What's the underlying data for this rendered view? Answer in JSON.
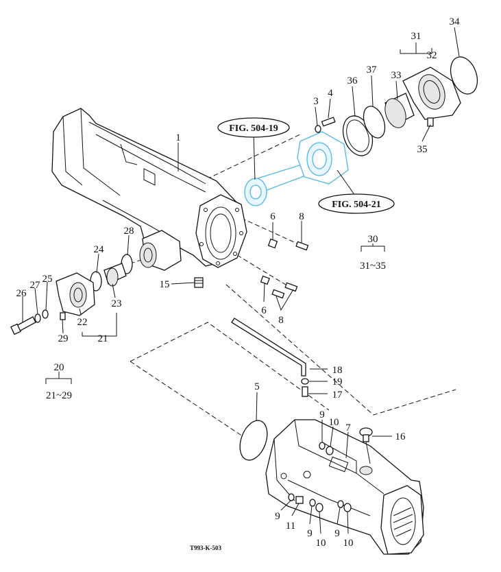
{
  "drawing_code": "T993-K-503",
  "figure_refs": [
    {
      "id": "fig-504-19",
      "label": "FIG. 504-19"
    },
    {
      "id": "fig-504-21",
      "label": "FIG. 504-21"
    }
  ],
  "callouts": [
    {
      "id": "c1",
      "label": "1"
    },
    {
      "id": "c3",
      "label": "3"
    },
    {
      "id": "c4",
      "label": "4"
    },
    {
      "id": "c36",
      "label": "36"
    },
    {
      "id": "c37",
      "label": "37"
    },
    {
      "id": "c33",
      "label": "33"
    },
    {
      "id": "c31",
      "label": "31"
    },
    {
      "id": "c32",
      "label": "32"
    },
    {
      "id": "c34",
      "label": "34"
    },
    {
      "id": "c35",
      "label": "35"
    },
    {
      "id": "c6a",
      "label": "6"
    },
    {
      "id": "c8a",
      "label": "8"
    },
    {
      "id": "c30",
      "label": "30"
    },
    {
      "id": "c30range",
      "label": "31~35"
    },
    {
      "id": "c28",
      "label": "28"
    },
    {
      "id": "c24",
      "label": "24"
    },
    {
      "id": "c15",
      "label": "15"
    },
    {
      "id": "c25",
      "label": "25"
    },
    {
      "id": "c27",
      "label": "27"
    },
    {
      "id": "c26",
      "label": "26"
    },
    {
      "id": "c23",
      "label": "23"
    },
    {
      "id": "c22",
      "label": "22"
    },
    {
      "id": "c29",
      "label": "29"
    },
    {
      "id": "c21",
      "label": "21"
    },
    {
      "id": "c6b",
      "label": "6"
    },
    {
      "id": "c8b",
      "label": "8"
    },
    {
      "id": "c20",
      "label": "20"
    },
    {
      "id": "c20range",
      "label": "21~29"
    },
    {
      "id": "c18",
      "label": "18"
    },
    {
      "id": "c19",
      "label": "19"
    },
    {
      "id": "c17",
      "label": "17"
    },
    {
      "id": "c5",
      "label": "5"
    },
    {
      "id": "c9a",
      "label": "9"
    },
    {
      "id": "c10a",
      "label": "10"
    },
    {
      "id": "c7",
      "label": "7"
    },
    {
      "id": "c16",
      "label": "16"
    },
    {
      "id": "c9b",
      "label": "9"
    },
    {
      "id": "c11",
      "label": "11"
    },
    {
      "id": "c9c",
      "label": "9"
    },
    {
      "id": "c10b",
      "label": "10"
    },
    {
      "id": "c9d",
      "label": "9"
    },
    {
      "id": "c10c",
      "label": "10"
    }
  ]
}
